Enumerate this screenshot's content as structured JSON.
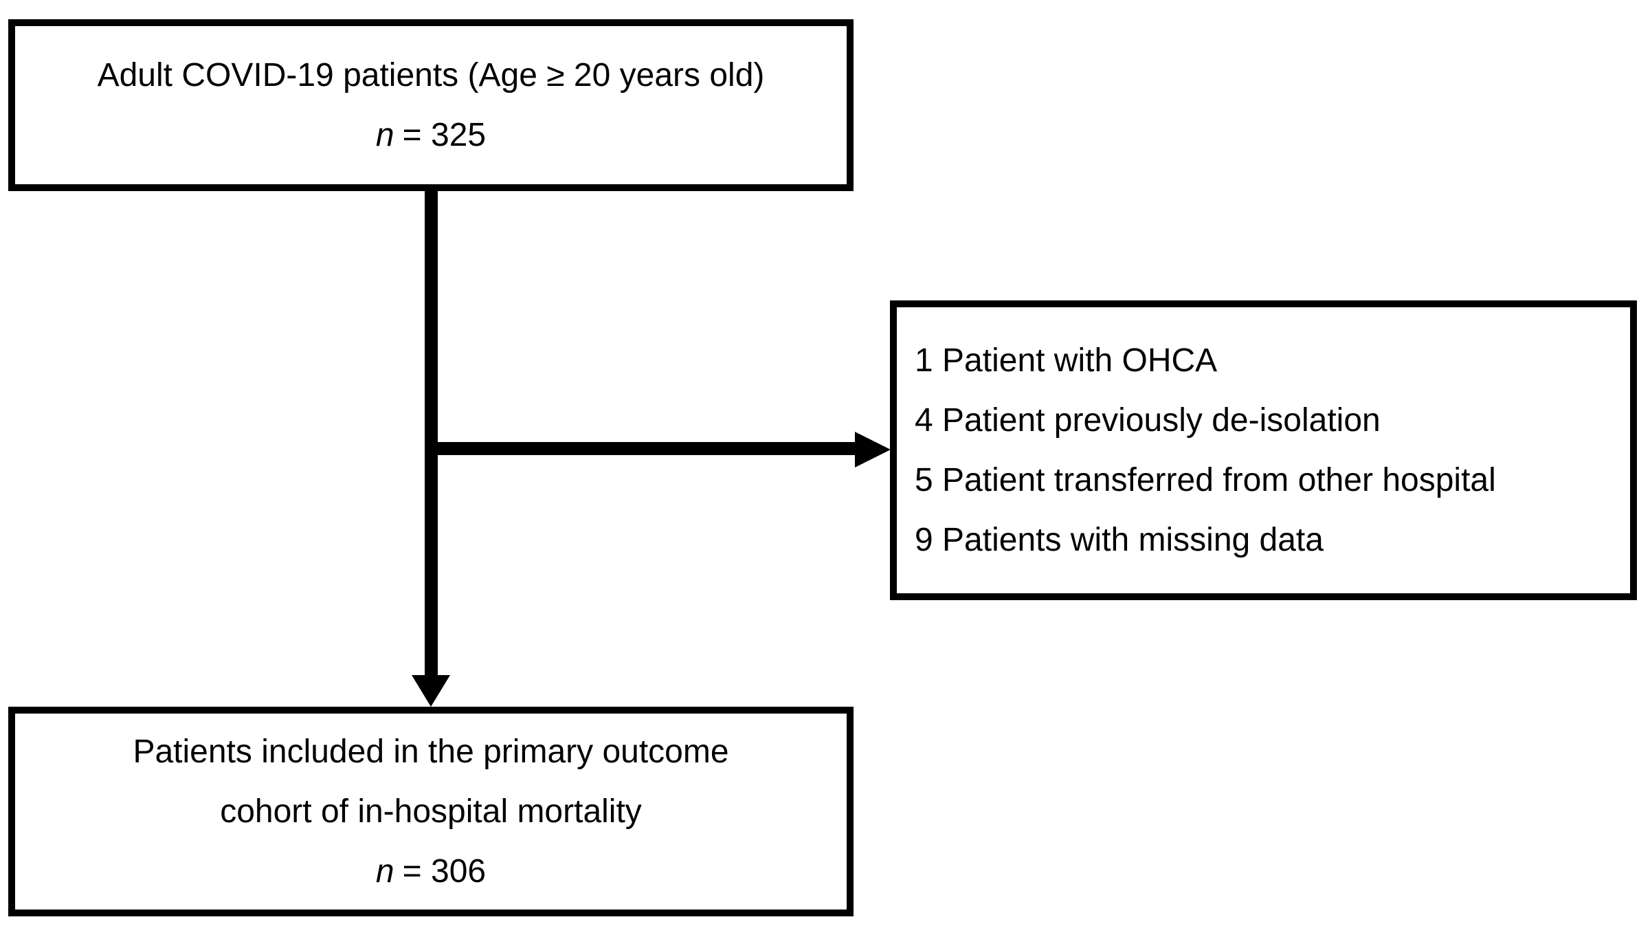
{
  "colors": {
    "line_and_border": "#000000",
    "text": "#000000",
    "background": "#ffffff"
  },
  "flowchart": {
    "top_box": {
      "title": "Adult COVID-19 patients (Age ≥ 20 years old)",
      "n_symbol": "n",
      "n_value": "= 325"
    },
    "exclusion_box": {
      "items": [
        "1 Patient with OHCA",
        "4 Patient previously de-isolation",
        "5 Patient transferred from other hospital",
        "9 Patients with missing data"
      ]
    },
    "bottom_box": {
      "title_line1": "Patients included in the primary outcome",
      "title_line2": "cohort of in-hospital mortality",
      "n_symbol": "n",
      "n_value": "= 306"
    }
  }
}
